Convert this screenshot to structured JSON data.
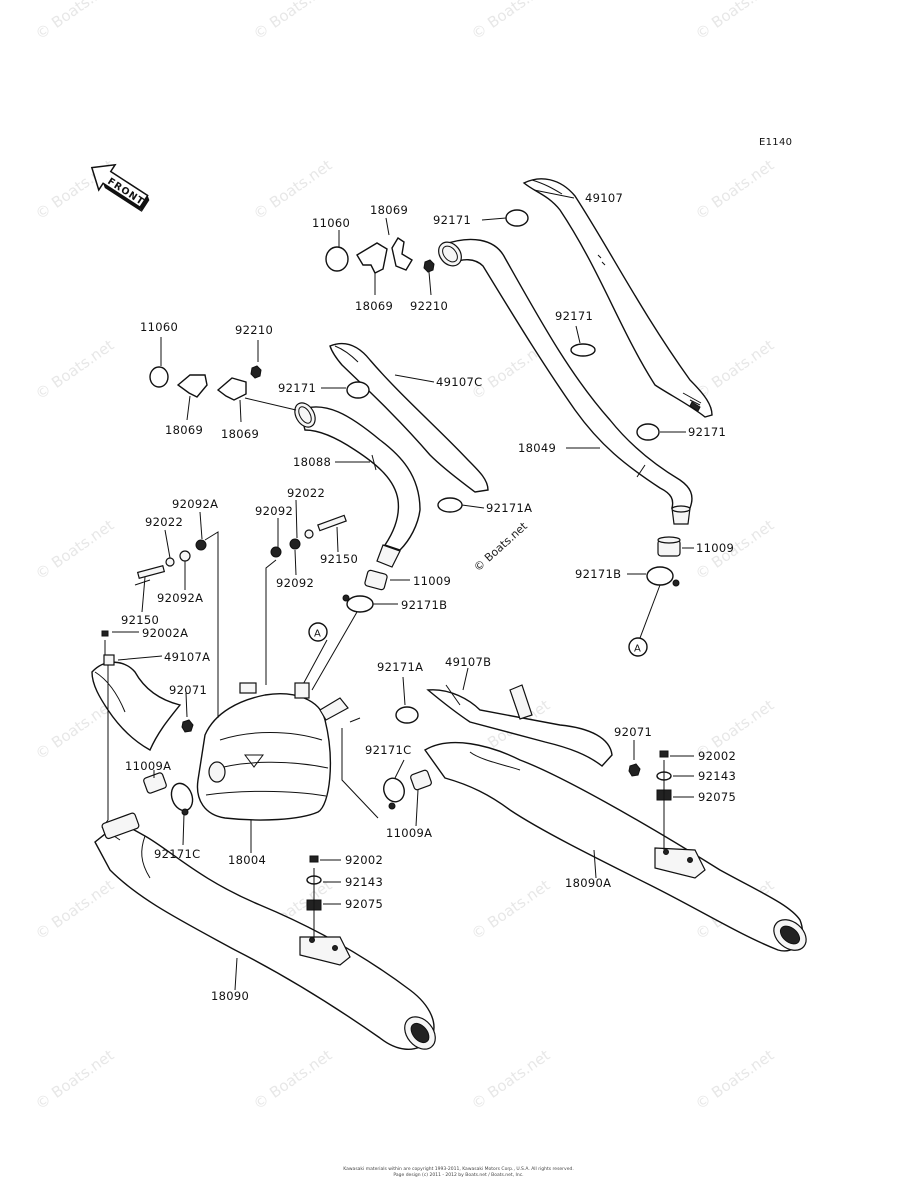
{
  "diagram_code": "E1140",
  "front_label": "FRONT",
  "watermark": "© Boats.net",
  "side_watermark": "© Boats.net",
  "reference_marker": "A",
  "part_labels": {
    "p49107": "49107",
    "p92171_top": "92171",
    "p18069_top": "18069",
    "p11060_top": "11060",
    "p18069_top_b": "18069",
    "p92210_top": "92210",
    "p92171_mid": "92171",
    "p92171_right": "92171",
    "p18049": "18049",
    "p11009_right": "11009",
    "p92171B_right": "92171B",
    "p11060_left": "11060",
    "p92210_left": "92210",
    "p18069_left_a": "18069",
    "p18069_left_b": "18069",
    "p92171_left": "92171",
    "p49107C": "49107C",
    "p18088": "18088",
    "p92171A_mid": "92171A",
    "p92092A_top": "92092A",
    "p92022_left": "92022",
    "p92092A_bot": "92092A",
    "p92022_mid": "92022",
    "p92092_top": "92092",
    "p92092_bot": "92092",
    "p92150_mid": "92150",
    "p92150_left": "92150",
    "p11009_mid": "11009",
    "p92171B_mid": "92171B",
    "p92002A": "92002A",
    "p49107A": "49107A",
    "p92071_left": "92071",
    "p11009A_left": "11009A",
    "p92171C_left": "92171C",
    "p18004": "18004",
    "p92171A_low": "92171A",
    "p49107B": "49107B",
    "p92171C_low": "92171C",
    "p11009A_low": "11009A",
    "p92071_right": "92071",
    "p92002_right": "92002",
    "p92143_right": "92143",
    "p92075_right": "92075",
    "p18090A": "18090A",
    "p92002_mid": "92002",
    "p92143_mid": "92143",
    "p92075_mid": "92075",
    "p18090": "18090"
  },
  "copyright_lines": [
    "Kawasaki materials within are copyright 1993-2011, Kawasaki Motors Corp., U.S.A. All rights reserved.",
    "Page design (c) 2011 - 2012 by Boats.net / Boats.net, Inc."
  ]
}
